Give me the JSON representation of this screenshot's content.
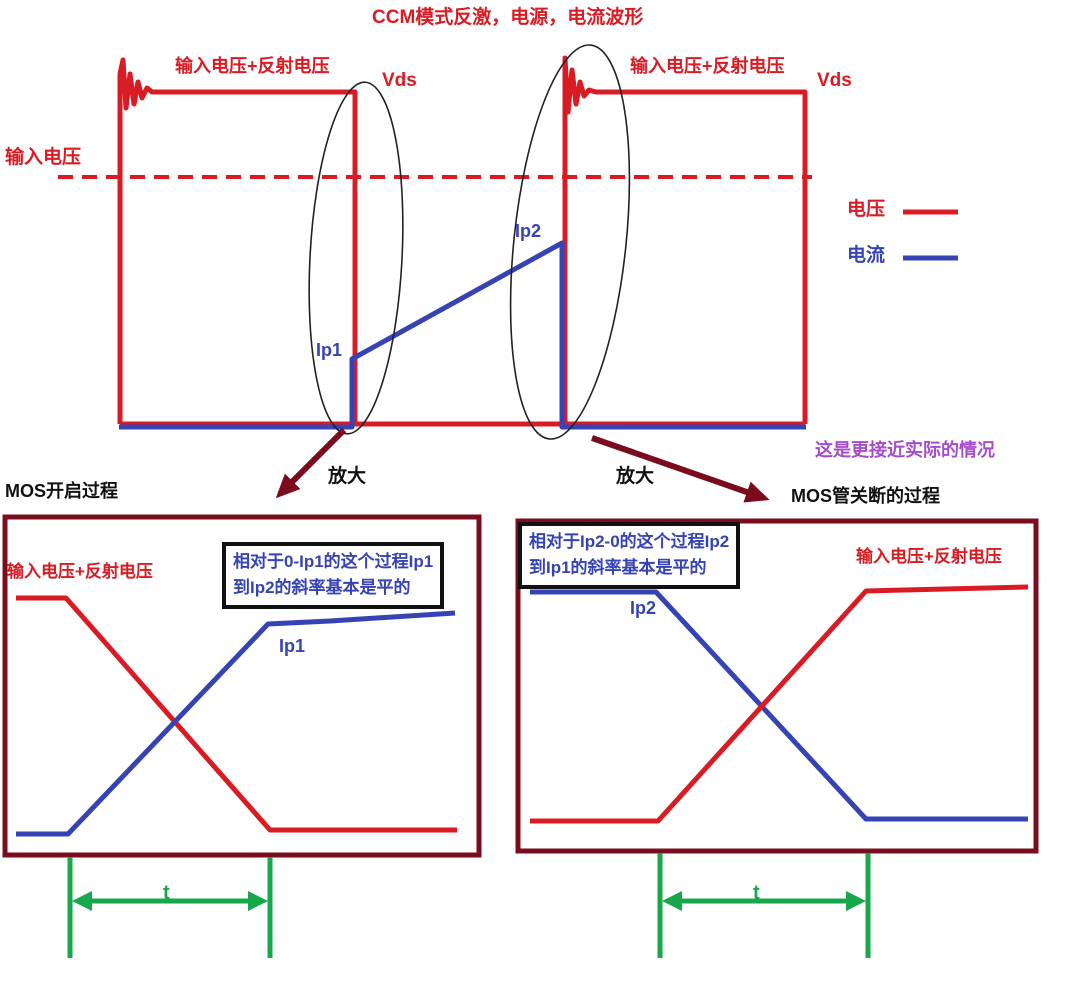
{
  "title": "CCM模式反激，电源，电流波形",
  "main_chart": {
    "input_reflected_left": "输入电压+反射电压",
    "vds_left": "Vds",
    "input_reflected_right": "输入电压+反射电压",
    "vds_right": "Vds",
    "input_voltage": "输入电压",
    "ip1": "Ip1",
    "ip2": "Ip2",
    "legend": {
      "voltage": "电压",
      "current": "电流"
    },
    "actual_note": "这是更接近实际的情况"
  },
  "zoom": {
    "left_label": "放大",
    "right_label": "放大"
  },
  "left_panel": {
    "title": "MOS开启过程",
    "input_reflected": "输入电压+反射电压",
    "note_line1": "相对于0-Ip1的这个过程Ip1",
    "note_line2": "到Ip2的斜率基本是平的",
    "ip1": "Ip1",
    "t_label": "t"
  },
  "right_panel": {
    "title": "MOS管关断的过程",
    "note_line1": "相对于Ip2-0的这个过程Ip2",
    "note_line2": "到Ip1的斜率基本是平的",
    "input_reflected": "输入电压+反射电压",
    "ip2": "Ip2",
    "t_label": "t"
  },
  "colors": {
    "voltage_red": "#d91c24",
    "current_blue": "#3643b5",
    "panel_maroon": "#7a0c1d",
    "time_green": "#17a84b",
    "note_purple": "#a54ccc"
  }
}
